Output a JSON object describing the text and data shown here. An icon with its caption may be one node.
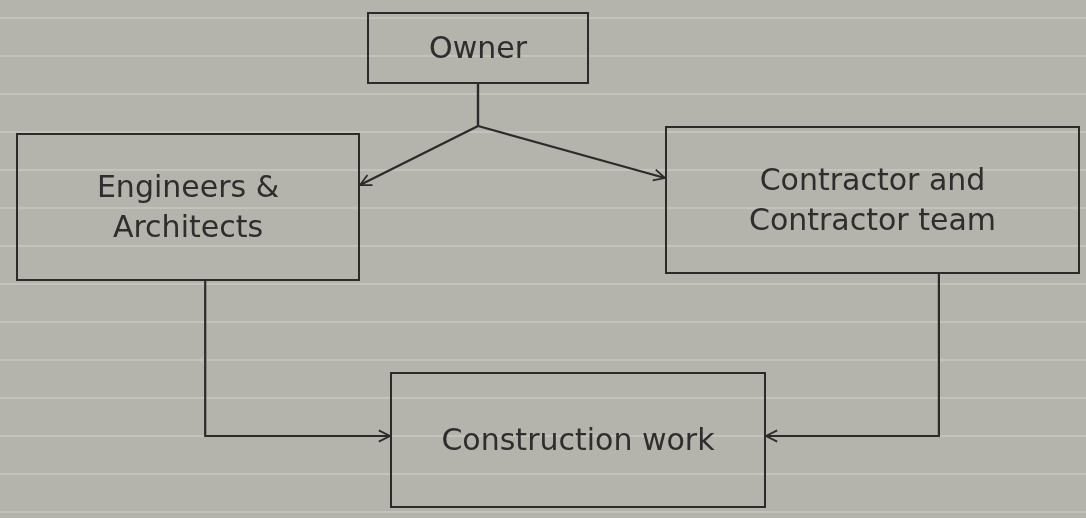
{
  "diagram": {
    "nodes": [
      {
        "text": [
          "Owner"
        ]
      },
      {
        "text": [
          "Engineers & Architects"
        ]
      },
      {
        "text": [
          "Contractor and Contractor team"
        ]
      },
      {
        "text": [
          "Construction work"
        ]
      }
    ],
    "edges": [
      {
        "from": 0,
        "to": 1,
        "arrow": "to"
      },
      {
        "from": 0,
        "to": 2,
        "arrow": "to"
      },
      {
        "from": 1,
        "to": 3,
        "arrow": "to"
      },
      {
        "from": 2,
        "to": 3,
        "arrow": "to"
      }
    ]
  }
}
